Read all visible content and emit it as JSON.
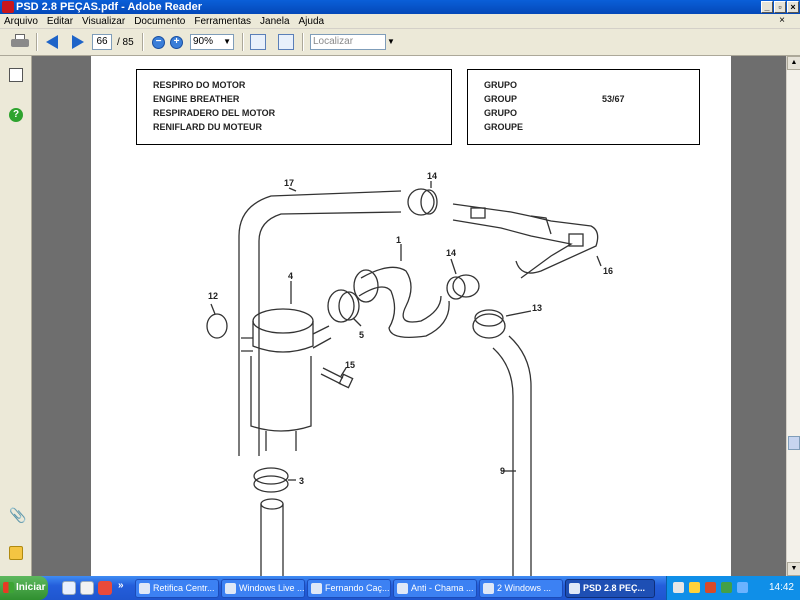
{
  "window": {
    "title": "PSD 2.8 PEÇAS.pdf - Adobe Reader",
    "minimize_label": "_",
    "restore_label": "▫",
    "close_label": "×"
  },
  "menu": {
    "items": [
      "Arquivo",
      "Editar",
      "Visualizar",
      "Documento",
      "Ferramentas",
      "Janela",
      "Ajuda"
    ],
    "close_label": "×"
  },
  "toolbar": {
    "current_page": "66",
    "page_total": "/ 85",
    "zoom_out_label": "−",
    "zoom_in_label": "+",
    "zoom_level": "90%",
    "find_placeholder": "Localizar"
  },
  "document": {
    "header_left": [
      "RESPIRO DO MOTOR",
      "ENGINE BREATHER",
      "RESPIRADERO DEL MOTOR",
      "RENIFLARD DU MOTEUR"
    ],
    "header_right": [
      "GRUPO",
      "GROUP",
      "GRUPO",
      "GROUPE"
    ],
    "page_code": "53/67",
    "part_labels": [
      "17",
      "14",
      "1",
      "14",
      "16",
      "4",
      "12",
      "5",
      "13",
      "15",
      "9",
      "3"
    ]
  },
  "taskbar": {
    "start_label": "Iniciar",
    "overflow_label": "»",
    "tasks": [
      {
        "label": "Retifica Centr..."
      },
      {
        "label": "Windows Live ..."
      },
      {
        "label": "Fernando Caç..."
      },
      {
        "label": "Anti - Chama ..."
      },
      {
        "label": "2 Windows ..."
      },
      {
        "label": "PSD 2.8 PEÇ..."
      }
    ],
    "clock": "14:42"
  },
  "icons": {
    "print": "printer-icon",
    "prev": "previous-page-icon",
    "next": "next-page-icon",
    "pages_panel": "pages-panel-icon",
    "help": "help-icon",
    "attachments": "attachment-icon",
    "comments": "comment-icon"
  }
}
